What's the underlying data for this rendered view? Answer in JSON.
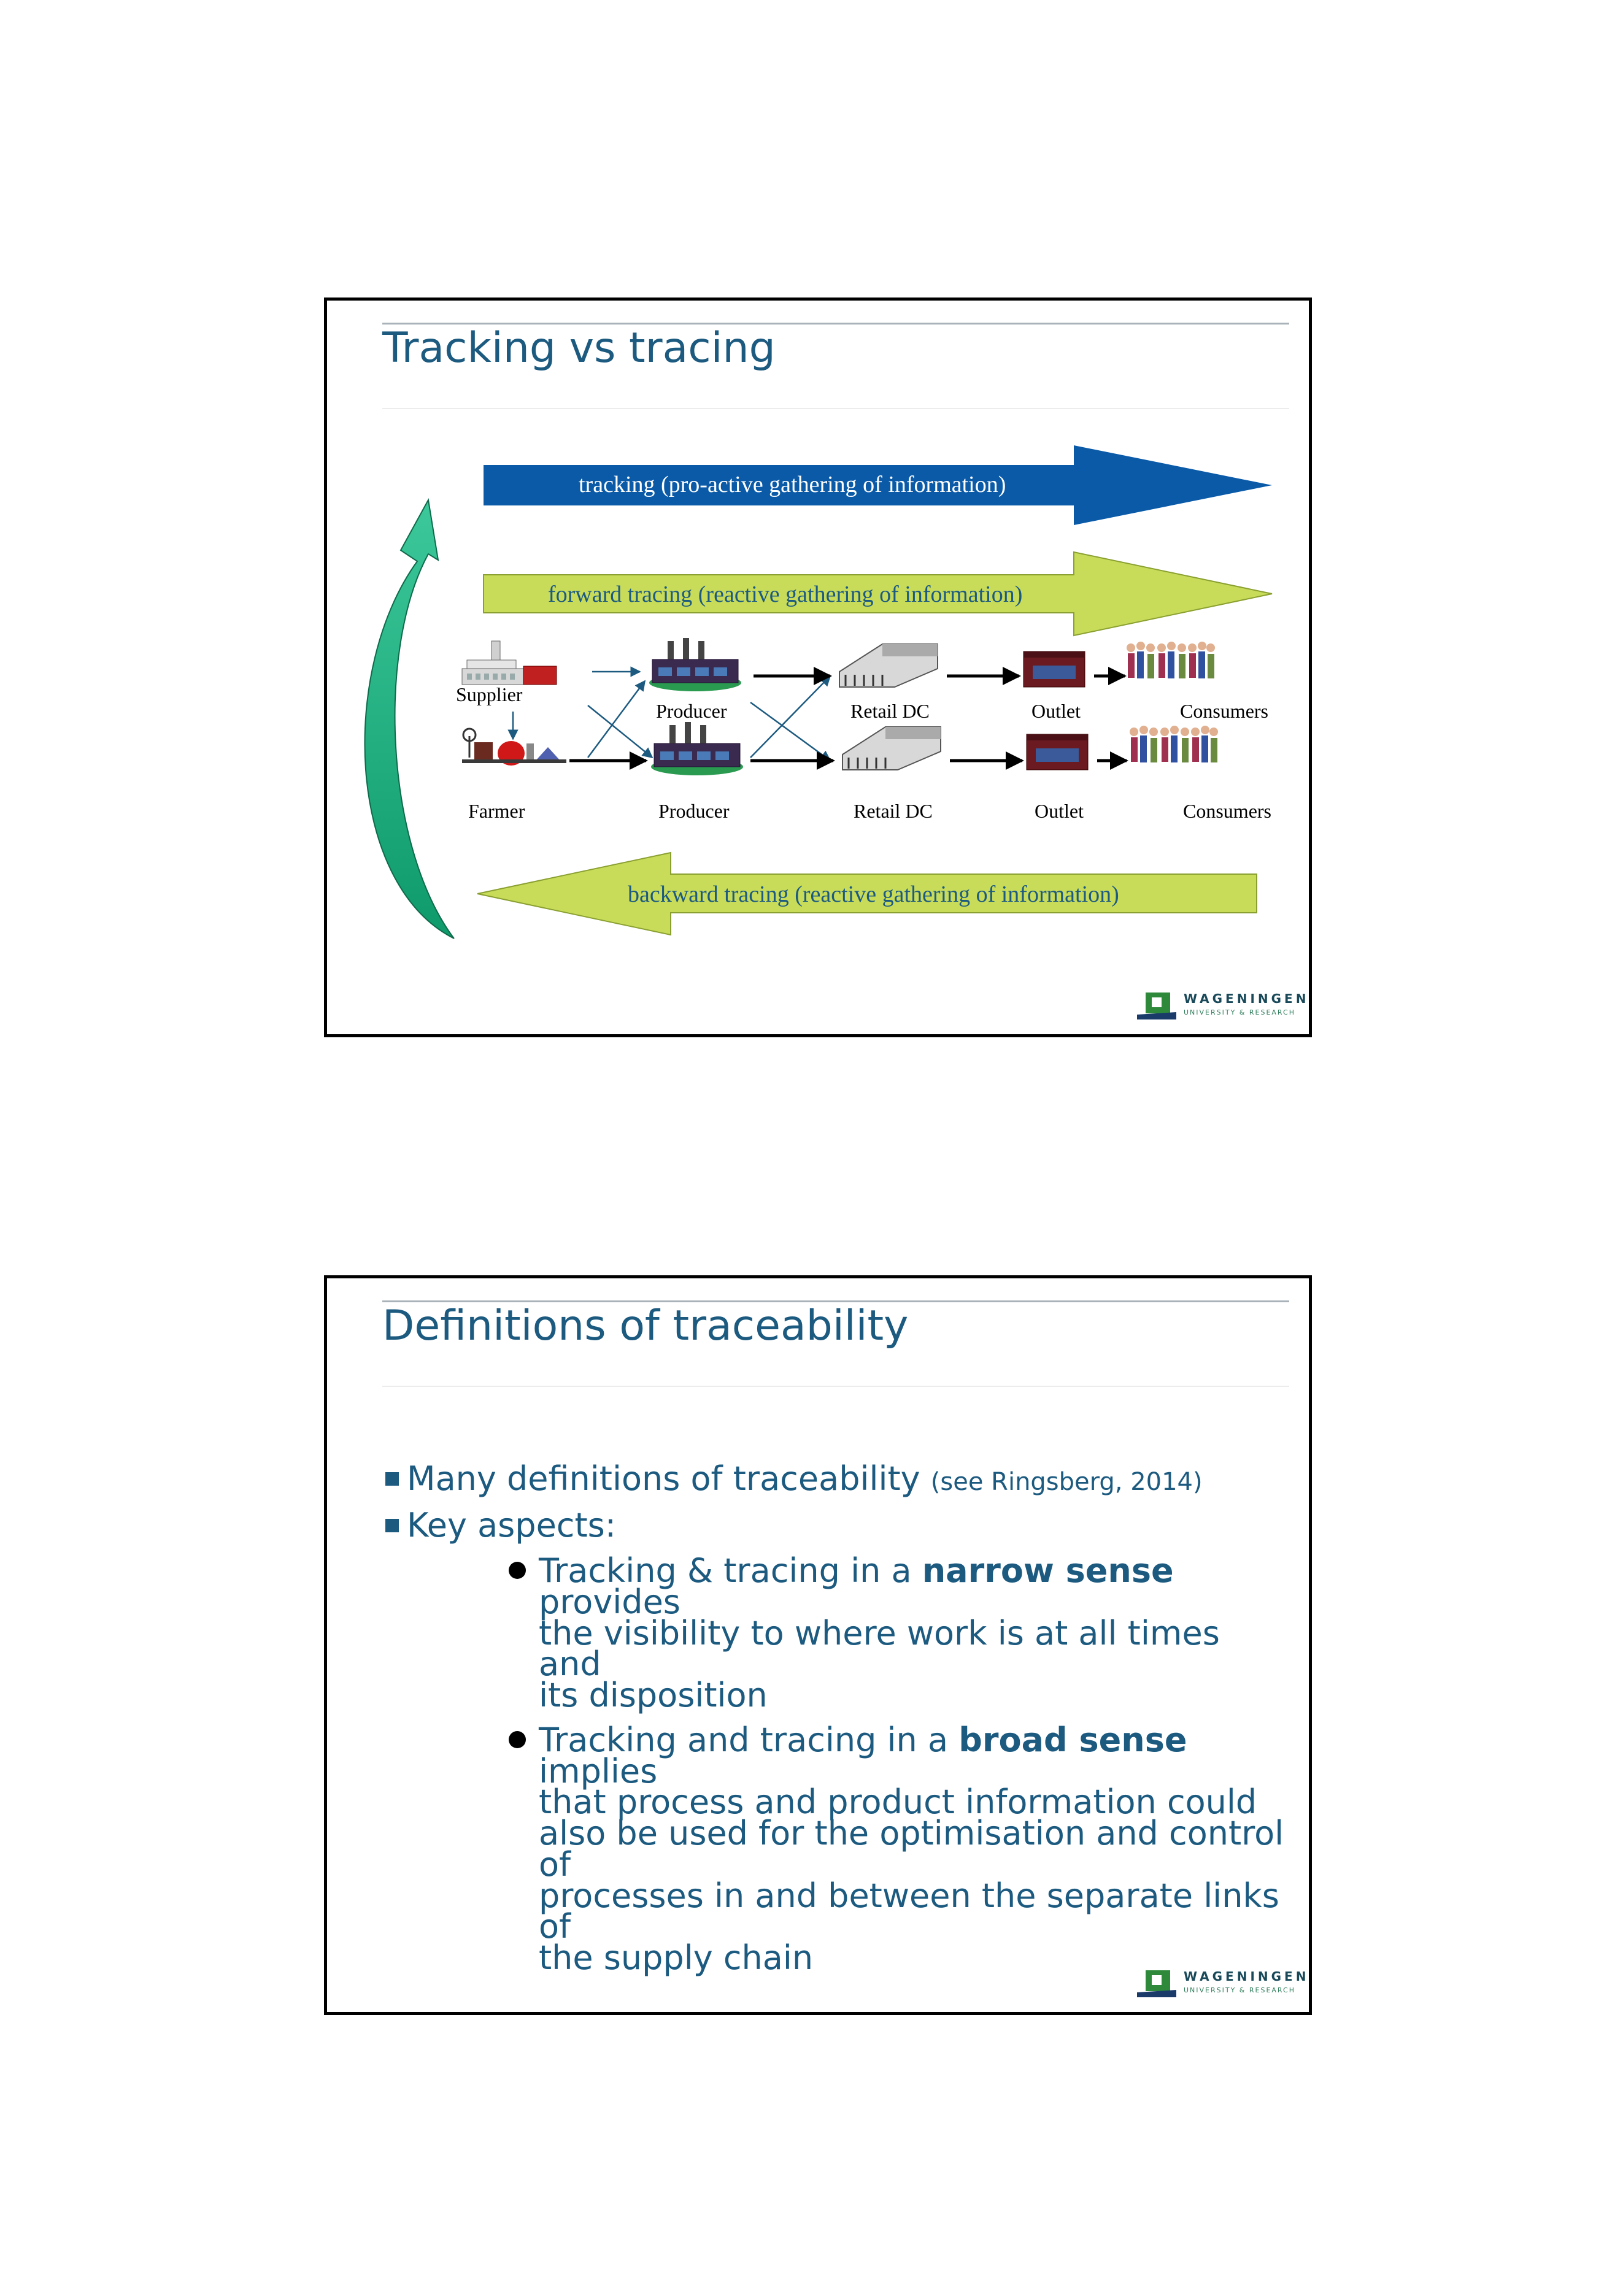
{
  "slide1": {
    "title": "Tracking vs tracing",
    "arrow_tracking": "tracking (pro-active gathering of information)",
    "arrow_forward": "forward tracing (reactive gathering of information)",
    "arrow_backward": "backward tracing (reactive gathering of information)",
    "nodes_top": [
      "Supplier",
      "Producer",
      "Retail DC",
      "Outlet",
      "Consumers"
    ],
    "nodes_bottom": [
      "Farmer",
      "Producer",
      "Retail DC",
      "Outlet",
      "Consumers"
    ],
    "colors": {
      "tracking": "#0a5aa8",
      "tracing": "#c8dc5a",
      "cycle": "#1aaa7a",
      "title": "#1c5a80"
    },
    "logo": {
      "line1": "WAGENINGEN",
      "line2": "UNIVERSITY & RESEARCH"
    }
  },
  "slide2": {
    "title": "Definitions of traceability",
    "bullets": [
      {
        "text": "Many definitions of traceability",
        "note": "(see Ringsberg, 2014)"
      },
      {
        "text": "Key aspects:"
      }
    ],
    "sub_bullets": [
      {
        "before": "Tracking & tracing in a",
        "bold": "narrow sense",
        "after_line1": "provides",
        "lines": [
          "the visibility to where work is at all times and",
          "its disposition"
        ]
      },
      {
        "before": "Tracking and tracing in a",
        "bold": "broad sense",
        "after_line1": "implies",
        "lines": [
          "that process and product information could",
          "also be used for the optimisation and control of",
          "processes in and between the separate links of",
          "the supply chain"
        ]
      }
    ],
    "logo": {
      "line1": "WAGENINGEN",
      "line2": "UNIVERSITY & RESEARCH"
    }
  }
}
